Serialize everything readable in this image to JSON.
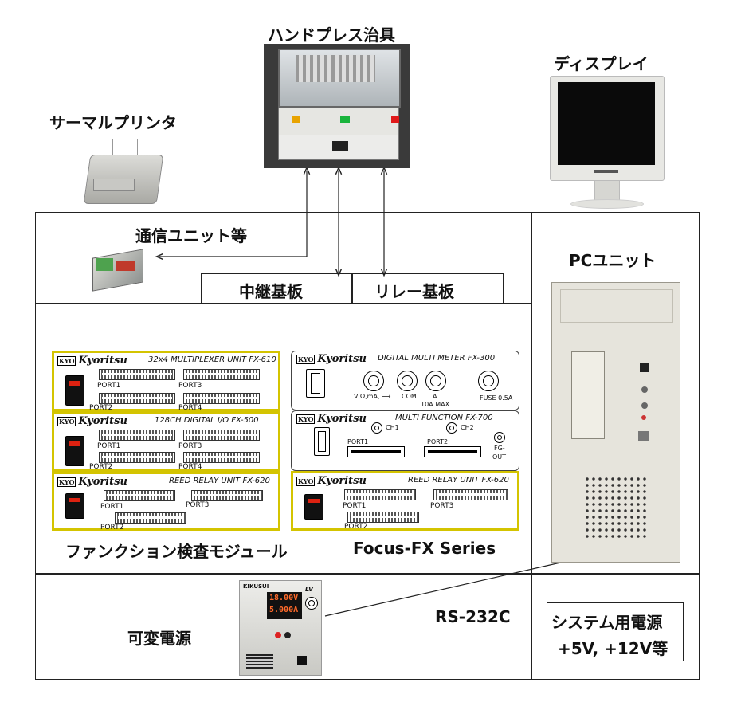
{
  "labels": {
    "hand_press": "ハンドプレス治具",
    "display": "ディスプレイ",
    "thermal_printer": "サーマルプリンタ",
    "comm_unit": "通信ユニット等",
    "relay_board_mid": "中継基板",
    "relay_board": "リレー基板",
    "pc_unit": "PCユニット",
    "function_module": "ファンクション検査モジュール",
    "series": "Focus-FX Series",
    "power_supply": "可変電源",
    "rs232c": "RS-232C",
    "system_power_line1": "システム用電源",
    "system_power_line2": "+5V, +12V等"
  },
  "modules": {
    "brand": "Kyoritsu",
    "brand_mark": "KYO",
    "mux": {
      "title": "32x4 MULTIPLEXER UNIT FX-610",
      "ports": [
        "PORT1",
        "PORT2",
        "PORT3",
        "PORT4"
      ]
    },
    "dio": {
      "title": "128CH DIGITAL I/O FX-500",
      "ports": [
        "PORT1",
        "PORT2",
        "PORT3",
        "PORT4"
      ]
    },
    "reed_left": {
      "title": "REED RELAY UNIT FX-620",
      "ports": [
        "PORT1",
        "PORT2",
        "PORT3"
      ]
    },
    "reed_right": {
      "title": "REED RELAY UNIT FX-620",
      "ports": [
        "PORT1",
        "PORT2",
        "PORT3"
      ]
    },
    "dmm": {
      "title": "DIGITAL MULTI METER FX-300",
      "jacks": [
        "V,Ω,mA, ⟶",
        "COM",
        "A",
        "10A MAX"
      ],
      "fuse": "FUSE 0.5A"
    },
    "mf": {
      "title": "MULTI FUNCTION FX-700",
      "labels": [
        "CH1",
        "CH2",
        "PORT1",
        "PORT2",
        "FG-",
        "OUT"
      ]
    }
  },
  "psu": {
    "brand": "KIKUSUI",
    "volt": "18.00V",
    "amp": "5.000A",
    "logo": "LV"
  },
  "colors": {
    "module_border": "#d4c400",
    "line": "#222222"
  }
}
